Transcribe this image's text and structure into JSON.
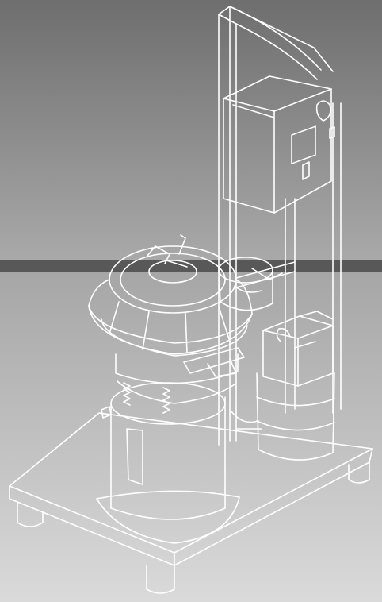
{
  "colors": {
    "bg_top_start": "#6e6e6e",
    "bg_top_end": "#a9a9a9",
    "band": "#585858",
    "bg_bottom_start": "#a6a6a6",
    "bg_bottom_end": "#dadada",
    "line": "#ffffff"
  },
  "illustration": {
    "subject": "line-drawing-machine",
    "parts": [
      "vibratory-bowl-feeder",
      "control-cabinet",
      "support-frame",
      "hopper-container",
      "base-plate"
    ]
  }
}
